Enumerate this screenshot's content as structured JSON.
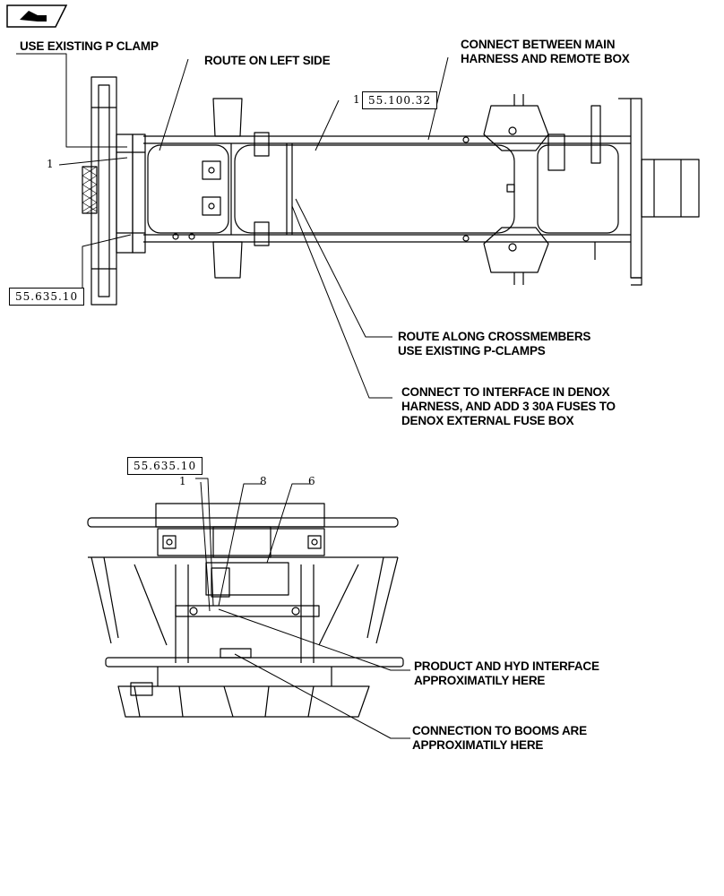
{
  "nav_icon": "back-arrow-icon",
  "notes": {
    "use_existing_p_clamp": "USE EXISTING P CLAMP",
    "route_on_left_side": "ROUTE ON LEFT SIDE",
    "connect_between_main": [
      "CONNECT BETWEEN MAIN",
      "HARNESS AND REMOTE BOX"
    ],
    "route_along_crossmembers": [
      "ROUTE ALONG CROSSMEMBERS",
      "USE EXISTING P-CLAMPS"
    ],
    "connect_to_interface": [
      "CONNECT TO INTERFACE IN DENOX",
      "HARNESS, AND ADD 3 30A FUSES TO",
      "DENOX EXTERNAL FUSE BOX"
    ],
    "product_hyd_interface": [
      "PRODUCT AND HYD INTERFACE",
      "APPROXIMATILY HERE"
    ],
    "connection_to_booms": [
      "CONNECTION TO BOOMS ARE",
      "APPROXIMATILY HERE"
    ]
  },
  "references": {
    "top_right": "55.100.32",
    "top_left": "55.635.10",
    "bottom": "55.635.10"
  },
  "items": {
    "top_item_left": "1",
    "top_item_right": "1",
    "bottom_item_1": "1",
    "bottom_item_8": "8",
    "bottom_item_6": "6"
  }
}
